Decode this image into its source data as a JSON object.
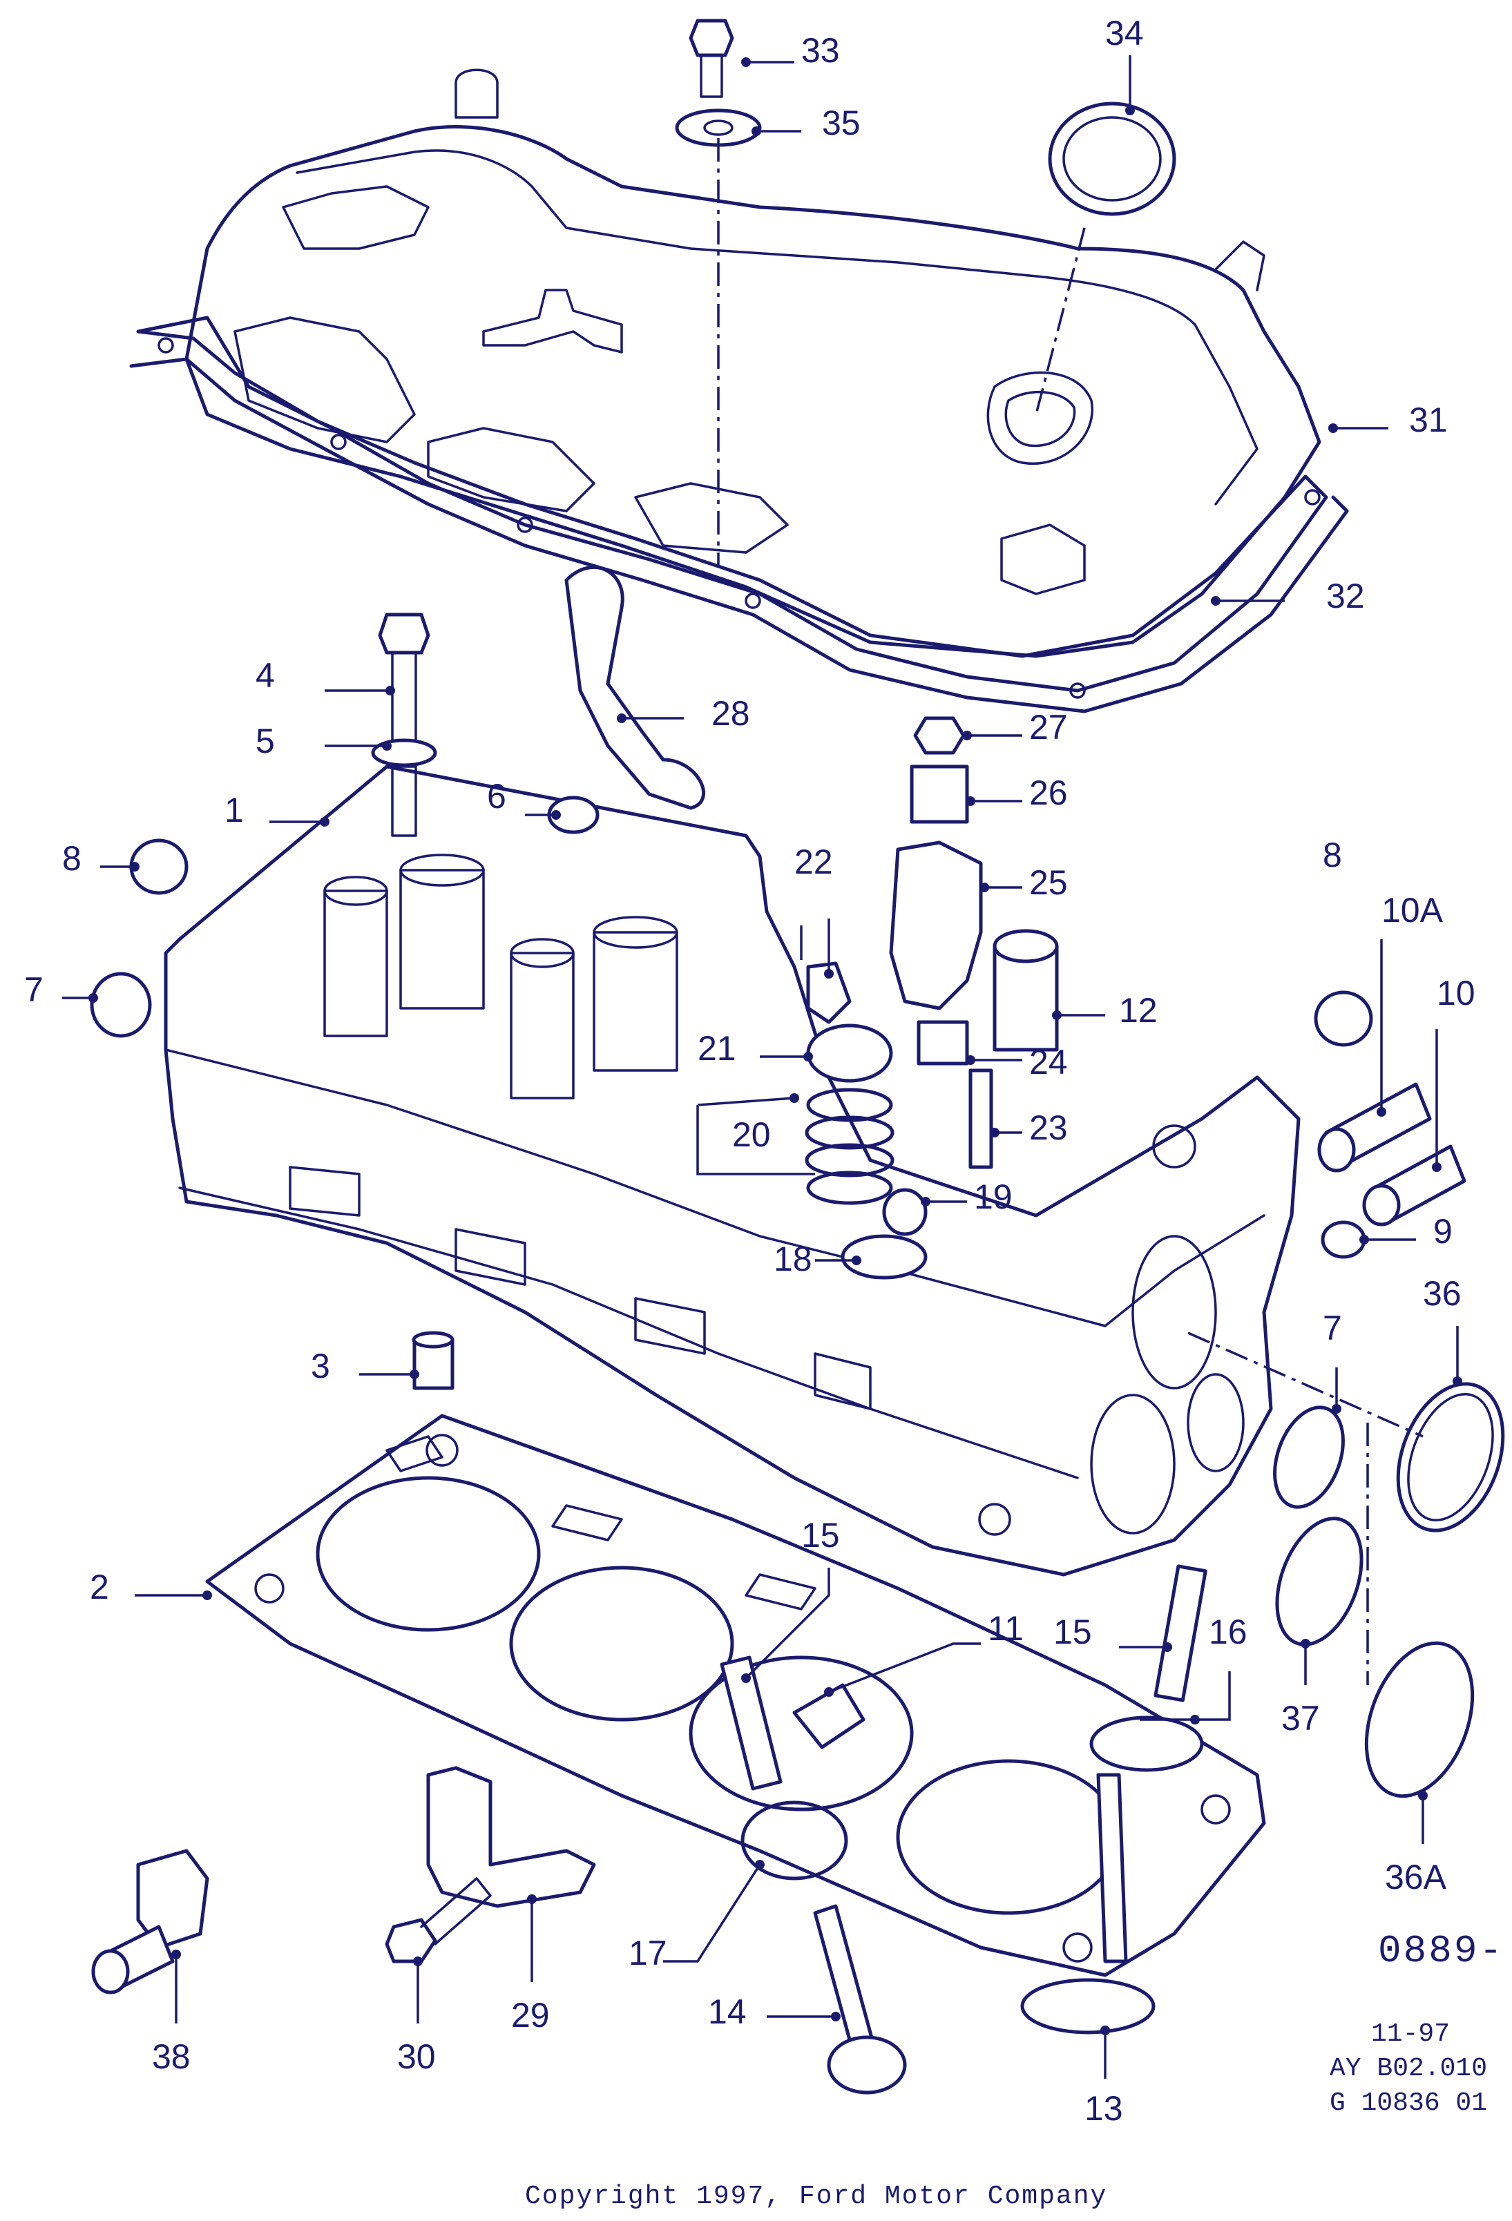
{
  "labels": {
    "l1": "1",
    "l2": "2",
    "l3": "3",
    "l4": "4",
    "l5": "5",
    "l6": "6",
    "l7a": "7",
    "l7b": "7",
    "l8a": "8",
    "l8b": "8",
    "l9": "9",
    "l10": "10",
    "l10A": "10A",
    "l11": "11",
    "l12": "12",
    "l13": "13",
    "l14": "14",
    "l15a": "15",
    "l15b": "15",
    "l16": "16",
    "l17": "17",
    "l18": "18",
    "l19": "19",
    "l20": "20",
    "l21": "21",
    "l22": "22",
    "l23": "23",
    "l24": "24",
    "l25": "25",
    "l26": "26",
    "l27": "27",
    "l28": "28",
    "l29": "29",
    "l30": "30",
    "l31": "31",
    "l32": "32",
    "l33": "33",
    "l34": "34",
    "l35": "35",
    "l36": "36",
    "l36A": "36A",
    "l37": "37",
    "l38": "38"
  },
  "footer": {
    "diagram_code": "0889-",
    "date": "11-97",
    "ref1": "AY B02.010",
    "ref2": "G 10836 01",
    "copyright": "Copyright 1997, Ford Motor Company"
  },
  "colors": {
    "line": "#1b1b6e",
    "background": "#ffffff"
  }
}
